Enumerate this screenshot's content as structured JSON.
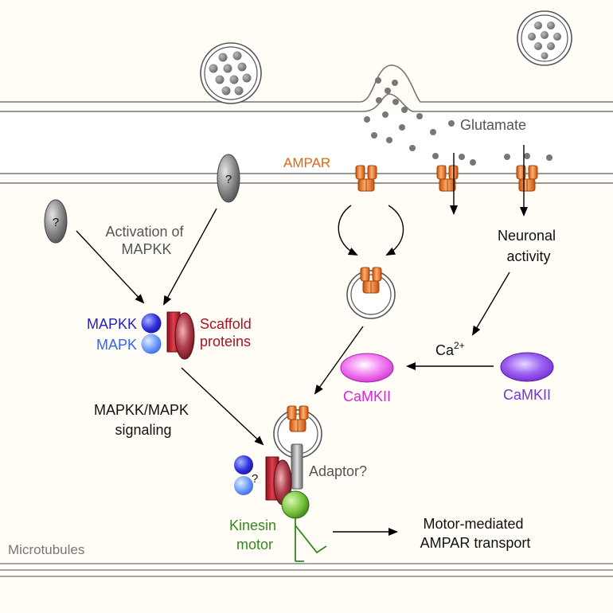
{
  "labels": {
    "glutamate": "Glutamate",
    "ampar": "AMPAR",
    "question_mark": "?",
    "activation_line1": "Activation of",
    "activation_line2": "MAPKK",
    "mapkk": "MAPKK",
    "mapk": "MAPK",
    "scaffold_line1": "Scaffold",
    "scaffold_line2": "proteins",
    "neuronal_line1": "Neuronal",
    "neuronal_line2": "activity",
    "ca_base": "Ca",
    "ca_sup": "2+",
    "camkii_left": "CaMKII",
    "camkii_right": "CaMKII",
    "mapkk_mapk_line1": "MAPKK/MAPK",
    "mapkk_mapk_line2": "signaling",
    "adaptor": "Adaptor?",
    "kinesin_line1": "Kinesin",
    "kinesin_line2": "motor",
    "transport_line1": "Motor-mediated",
    "transport_line2": "AMPAR transport",
    "microtubules": "Microtubules"
  },
  "colors": {
    "mapkk": "#2222cc",
    "mapk": "#3366ee",
    "scaffold": "#aa1122",
    "ampar": "#dd6611",
    "camkii_left": "#dd22dd",
    "camkii_right": "#7733dd",
    "kinesin": "#338822",
    "grey_text": "#555555"
  }
}
